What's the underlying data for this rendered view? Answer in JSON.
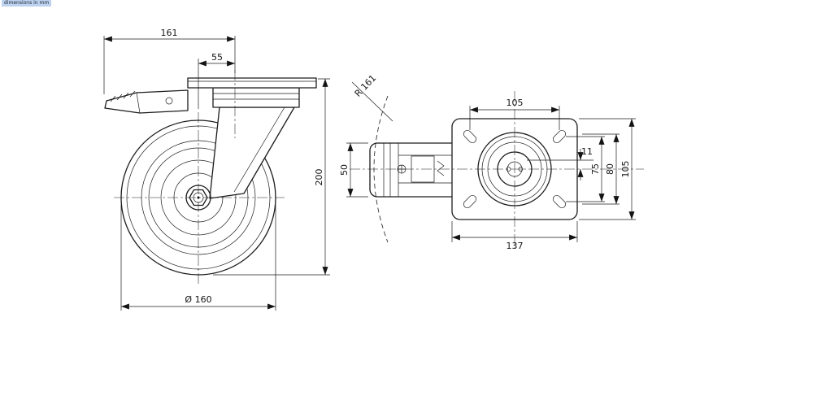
{
  "note": "dimensions in mm",
  "drawing": {
    "side_view": {
      "dim_length_total": "161",
      "dim_swivel_offset": "55",
      "dim_overall_height": "200",
      "dim_wheel_diameter": "Ø 160"
    },
    "top_view": {
      "dim_swivel_radius": "R 161",
      "dim_wheel_width": "50",
      "dim_hole_spacing_top": "105",
      "dim_center_offset": "11",
      "dim_hole_spacing_side": "75",
      "dim_hole_span_side": "80",
      "dim_plate_depth": "105",
      "dim_plate_length": "137"
    }
  }
}
